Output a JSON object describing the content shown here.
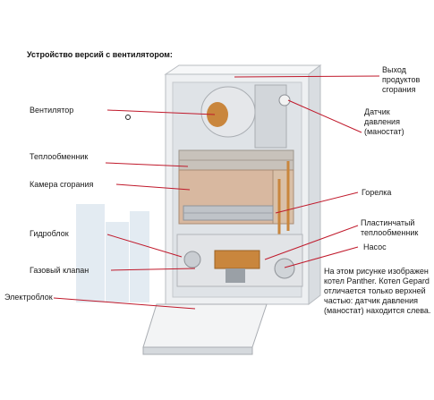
{
  "diagram": {
    "title": "Устройство версий с вентилятором:",
    "labels_left": {
      "fan": "Вентилятор",
      "heat_exchanger": "Теплообменник",
      "combustion_chamber": "Камера сгорания",
      "hydroblock": "Гидроблок",
      "gas_valve": "Газовый клапан",
      "electroblock": "Электроблок"
    },
    "labels_right": {
      "exhaust": "Выход продуктов сгорания",
      "pressure_sensor": "Датчик давления (маностат)",
      "burner": "Горелка",
      "plate_exchanger": "Пластинчатый теплообменник",
      "pump": "Насос"
    },
    "note": "На этом рисунке изображен котел Panther. Котел Gepard отличается только верхней частью: датчик давления (маностат) находится слева.",
    "colors": {
      "leader_line": "#c0192b",
      "casing": "#e9ecef",
      "casing_shade": "#c9cdd2",
      "copper": "#c9863d",
      "chamber": "#d8b8a0",
      "burner": "#bfc3c8"
    }
  }
}
